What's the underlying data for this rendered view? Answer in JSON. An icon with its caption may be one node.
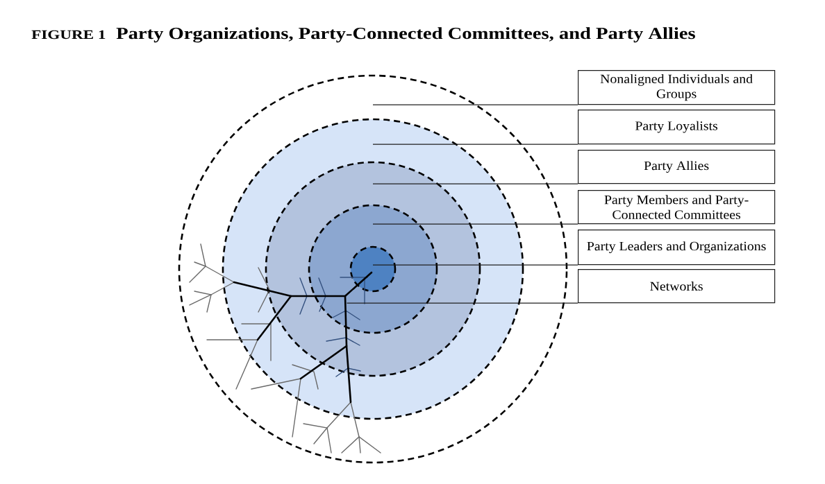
{
  "diagram": {
    "title": "Party Organizations, Party-Connected Committees, and Party Allies",
    "nodes": [
      {
        "text": [],
        "shape": "circle"
      },
      {
        "text": [],
        "shape": "circle",
        "in": 0
      },
      {
        "text": [],
        "shape": "circle",
        "in": 1
      },
      {
        "text": [],
        "shape": "circle",
        "in": 2
      },
      {
        "text": [],
        "shape": "circle",
        "in": 3
      },
      {
        "text": [],
        "shape": "picture",
        "in": 0
      },
      {
        "text": [
          "Nonaligned Individuals and Groups"
        ]
      },
      {
        "text": [
          "Party Loyalists"
        ]
      },
      {
        "text": [
          "Party Allies"
        ]
      },
      {
        "text": [
          "Party Members and Party-Connected Committees"
        ]
      },
      {
        "text": [
          "Party Leaders and Organizations"
        ]
      },
      {
        "text": [
          "Networks"
        ]
      }
    ],
    "edges": [
      {
        "from": 6,
        "to": 0,
        "arrow": "none"
      },
      {
        "from": 7,
        "to": 1,
        "arrow": "none"
      },
      {
        "from": 8,
        "to": 2,
        "arrow": "none"
      },
      {
        "from": 9,
        "to": 3,
        "arrow": "none"
      },
      {
        "from": 10,
        "to": 4,
        "arrow": "none"
      },
      {
        "from": 11,
        "to": 5,
        "arrow": "none"
      }
    ],
    "labels": [
      "FIGURE 1"
    ]
  }
}
